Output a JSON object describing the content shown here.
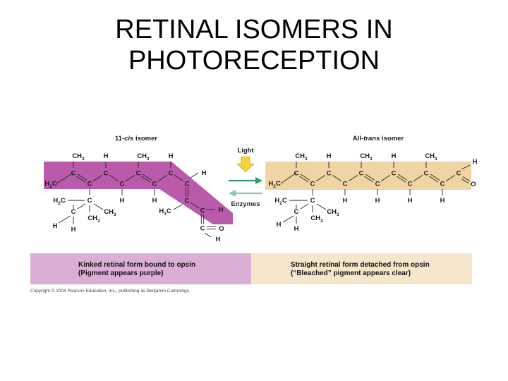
{
  "title": {
    "line1": "RETINAL ISOMERS IN",
    "line2": "PHOTORECEPTION"
  },
  "colors": {
    "cis_band": "#b95aaa",
    "trans_band": "#f0d4a4",
    "cap_left": "#dbaed5",
    "cap_right": "#f6e6cb",
    "light_arrow": "#f5d33a",
    "enzyme_arrow": "#7fc9b5",
    "forward_arrow": "#2e9a6e"
  },
  "diagram": {
    "cis_label": {
      "prefix": "11-",
      "italic": "cis",
      "suffix": " isomer"
    },
    "trans_label": {
      "prefix": "All-",
      "italic": "trans",
      "suffix": " isomer"
    },
    "light_label": "Light",
    "enzymes_label": "Enzymes",
    "icons": {
      "light": "down-arrow-icon",
      "forward": "right-arrow-icon",
      "reverse": "left-arrow-icon"
    },
    "atoms": {
      "carbon": "C",
      "hydrogen": "H",
      "oxygen": "O",
      "methyl": "CH",
      "methylene": "H",
      "methylene_tail": "C",
      "subscript_3": "3",
      "subscript_2": "2"
    },
    "captions": {
      "left": {
        "line1": "Kinked retinal form bound to opsin",
        "line2": "(Pigment appears purple)"
      },
      "right": {
        "line1": "Straight retinal form detached from opsin",
        "line2": "(“Bleached” pigment appears clear)"
      }
    },
    "copyright": "Copyright © 2004 Pearson Education, Inc., publishing as Benjamin Cummings."
  }
}
